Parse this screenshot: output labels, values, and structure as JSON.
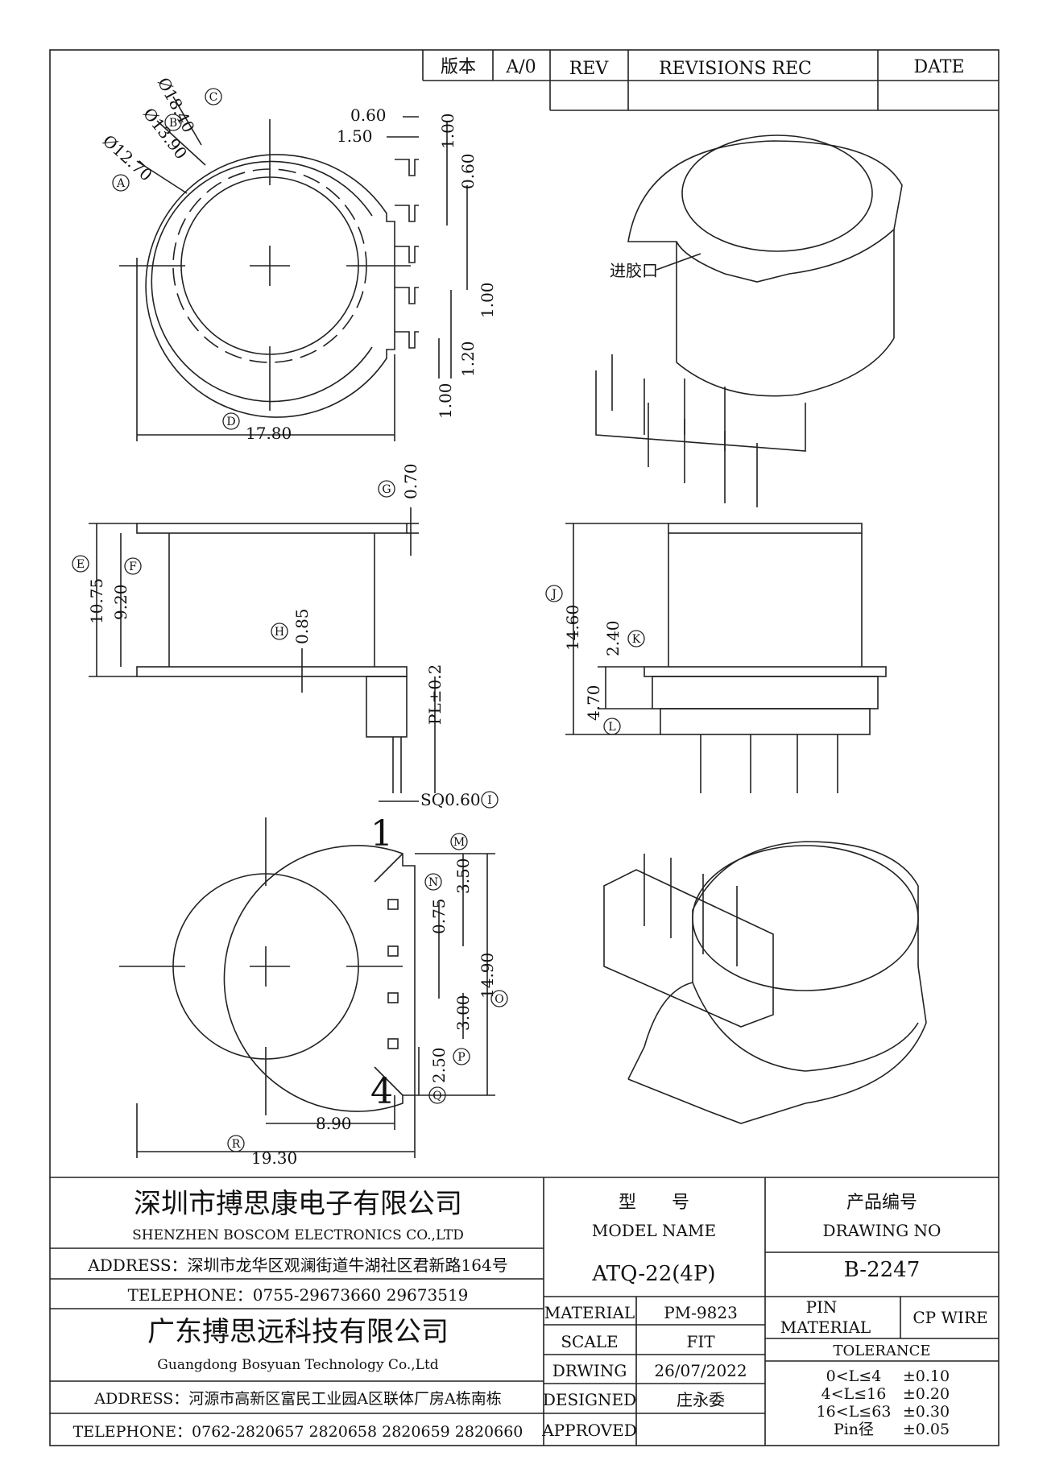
{
  "revision_table": {
    "version_label": "版本",
    "version_value": "A/0",
    "rev_label": "REV",
    "records_label": "REVISIONS REC",
    "date_label": "DATE"
  },
  "top_view": {
    "dim_a": "Ø12.70",
    "dim_b": "Ø13.90",
    "dim_c": "Ø18.40",
    "dim_d": "17.80",
    "pin_w1": "0.60",
    "pin_w2": "1.50",
    "v1": "1.00",
    "v2": "0.60",
    "v3": "1.00",
    "v4": "1.20",
    "v5": "1.00",
    "circle_a": "A",
    "circle_b": "B",
    "circle_c": "C",
    "circle_d": "D"
  },
  "iso_top": {
    "gate_label": "进胶口"
  },
  "side_view": {
    "dim_e": "10.75",
    "dim_f": "9.20",
    "dim_g": "0.70",
    "dim_h": "0.85",
    "dim_pl": "PL±0.2",
    "dim_sq": "SQ0.60",
    "circle_e": "E",
    "circle_f": "F",
    "circle_g": "G",
    "circle_h": "H",
    "circle_i": "I"
  },
  "front_view": {
    "dim_j": "14.60",
    "dim_k": "2.40",
    "dim_l": "4.70",
    "circle_j": "J",
    "circle_k": "K",
    "circle_l": "L"
  },
  "bottom_view": {
    "pin_1": "1",
    "pin_4": "4",
    "dim_m": "3.50",
    "dim_n": "0.75",
    "dim_o": "14.90",
    "dim_p": "3.00",
    "dim_q": "2.50",
    "dim_r": "19.30",
    "dim_half": "8.90",
    "circle_m": "M",
    "circle_n": "N",
    "circle_o": "O",
    "circle_p": "P",
    "circle_q": "Q",
    "circle_r": "R"
  },
  "title_block": {
    "company1_cn": "深圳市搏思康电子有限公司",
    "company1_en": "SHENZHEN BOSCOM ELECTRONICS CO.,LTD",
    "address1": "ADDRESS：深圳市龙华区观澜街道牛湖社区君新路164号",
    "telephone1": "TELEPHONE：0755-29673660 29673519",
    "company2_cn": "广东搏思远科技有限公司",
    "company2_en": "Guangdong Bosyuan Technology Co.,Ltd",
    "address2": "ADDRESS：河源市高新区富民工业园A区联体厂房A栋南栋",
    "telephone2": "TELEPHONE：0762-2820657 2820658 2820659 2820660",
    "model_cn": "型　　号",
    "model_en": "MODEL NAME",
    "model_value": "ATQ-22(4P)",
    "drawing_cn": "产品编号",
    "drawing_en": "DRAWING NO",
    "drawing_value": "B-2247",
    "material_label": "MATERIAL",
    "material_value": "PM-9823",
    "scale_label": "SCALE",
    "scale_value": "FIT",
    "drwing_label": "DRWING",
    "drwing_value": "26/07/2022",
    "designed_label": "DESIGNED",
    "designed_value": "庄永委",
    "approved_label": "APPROVED",
    "approved_value": "",
    "pin_material_label_1": "PIN",
    "pin_material_label_2": "MATERIAL",
    "pin_material_value": "CP WIRE",
    "tolerance_label": "TOLERANCE",
    "tol_rows": [
      {
        "range": "0<L≤4",
        "value": "±0.10"
      },
      {
        "range": "4<L≤16",
        "value": "±0.20"
      },
      {
        "range": "16<L≤63",
        "value": "±0.30"
      },
      {
        "range": "Pin径",
        "value": "±0.05"
      }
    ]
  }
}
